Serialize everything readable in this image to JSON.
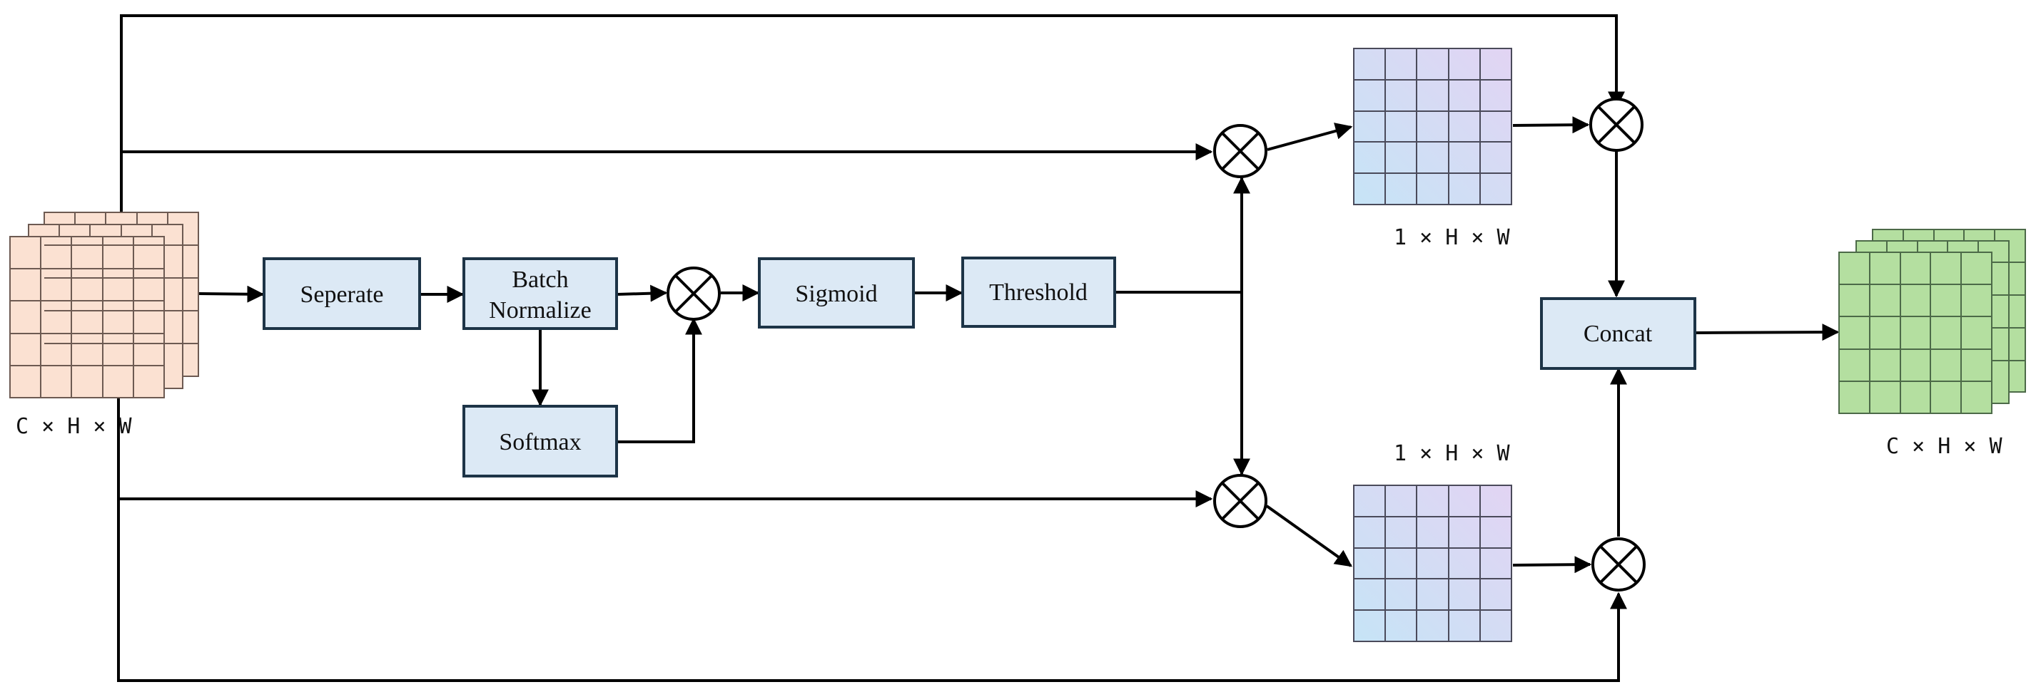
{
  "nodes": {
    "separate": "Seperate",
    "batch_normalize_line1": "Batch",
    "batch_normalize_line2": "Normalize",
    "softmax": "Softmax",
    "sigmoid": "Sigmoid",
    "threshold": "Threshold",
    "concat": "Concat"
  },
  "dimensions": {
    "input": "C × H × W",
    "top_map": "1 × H × W",
    "bottom_map": "1 × H × W",
    "output": "C × H × W"
  },
  "colors": {
    "box_fill": "#dce9f5",
    "box_stroke": "#1d3447",
    "input_fill": "#fbe1d2",
    "input_grid": "#6d5a52",
    "map_fill_left": "#c6e4f6",
    "map_fill_right": "#e2d4f3",
    "map_grid": "#4a4a5a",
    "output_fill": "#b4dfa0",
    "output_grid": "#4c6a48"
  },
  "icons": {
    "operator": "circled-times-icon",
    "arrow": "arrowhead-icon"
  }
}
